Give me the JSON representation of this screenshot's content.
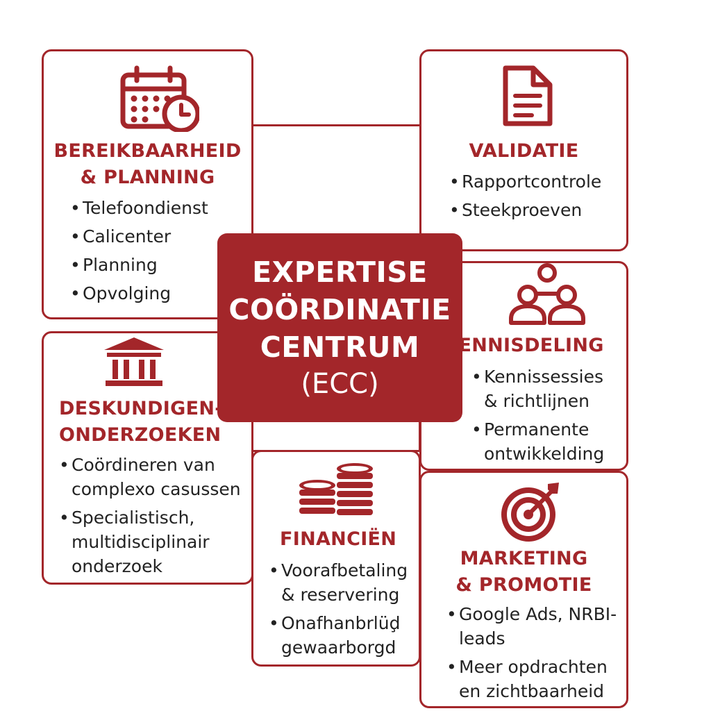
{
  "center": {
    "title": "EXPERTISE\nCOÖRDINATIE\nCENTRUM",
    "abbr": "(ECC)"
  },
  "boxes": {
    "planning": {
      "icon": "calendar-clock-icon",
      "title": "BEREIKBAARHEID\n& PLANNING",
      "items": [
        "Telefoondienst",
        "Calicenter",
        "Planning",
        "Opvolging"
      ]
    },
    "validatie": {
      "icon": "document-icon",
      "title": "VALIDATIE",
      "items": [
        "Rapportcontrole",
        "Steekproeven"
      ]
    },
    "kennisdeling": {
      "icon": "people-network-icon",
      "title": "KENNISDELING",
      "items": [
        "Kennissessies\n& richtlijnen",
        "Permanente\nontwikkelding"
      ]
    },
    "onderzoeken": {
      "icon": "institution-icon",
      "title": "DESKUNDIGEN-\nONDERZOEKEN",
      "items": [
        "Coördineren van\ncomplexo casussen",
        "Specialistisch,\nmultidisciplinair\nonderzoek"
      ]
    },
    "financien": {
      "icon": "coins-stack-icon",
      "title": "FINANCIËN",
      "items": [
        "Voorafbetaling\n& reservering",
        "Onafhanbrlüḑ\ngewaarborgd"
      ]
    },
    "marketing": {
      "icon": "target-arrow-icon",
      "title": "MARKETING\n& PROMOTIE",
      "items": [
        "Google Ads, NRBI-\nleads",
        "Meer opdrachten\nen zichtbaarheid"
      ]
    }
  },
  "colors": {
    "accent": "#a3262a",
    "text": "#222222",
    "background": "#ffffff"
  }
}
